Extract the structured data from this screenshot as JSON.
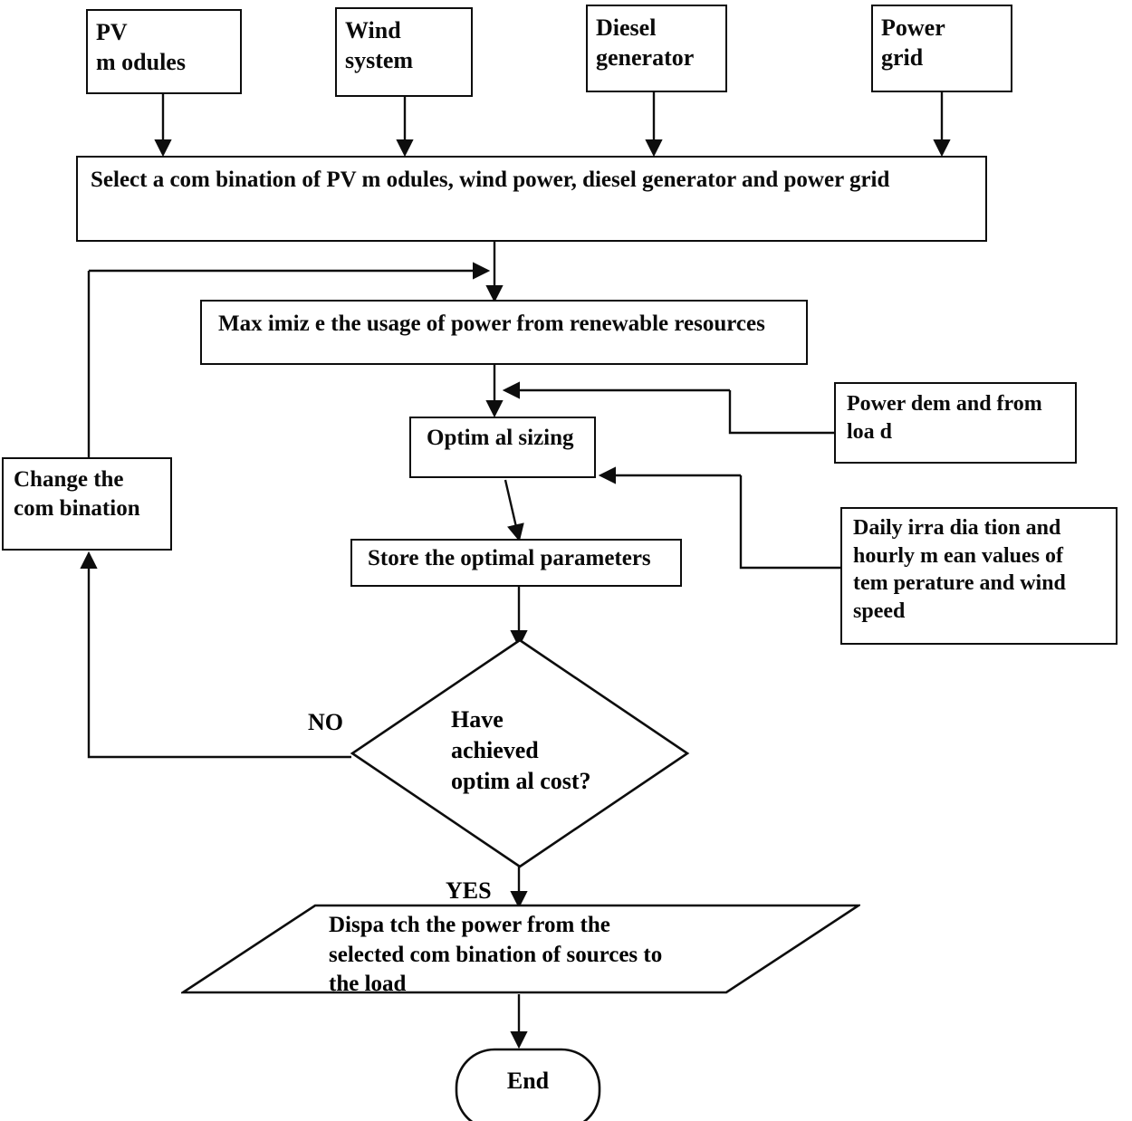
{
  "diagram": {
    "title": "Hybrid power system optimal sizing and dispatch flowchart",
    "colors": {
      "stroke": "#0d0d0d",
      "text": "#0b0b0b",
      "background": "#ffffff"
    },
    "nodes": {
      "pv_modules": {
        "label": "PV\nm odules",
        "shape": "rectangle"
      },
      "wind_system": {
        "label": "Wind\nsystem",
        "shape": "rectangle"
      },
      "diesel_generator": {
        "label": "Diesel\ngenerator",
        "shape": "rectangle"
      },
      "power_grid": {
        "label": "Power\ngrid",
        "shape": "rectangle"
      },
      "select_combination": {
        "label": "Select a com bination of PV m odules, wind power, diesel generator and power grid",
        "shape": "rectangle"
      },
      "maximize_usage": {
        "label": "Max imiz e the usage of power from renewable resources",
        "shape": "rectangle"
      },
      "optimal_sizing": {
        "label": "Optim al sizing",
        "shape": "rectangle"
      },
      "power_demand": {
        "label": "Power dem and from\nloa d",
        "shape": "rectangle"
      },
      "store_parameters": {
        "label": "Store the optimal parameters",
        "shape": "rectangle"
      },
      "daily_irradiation": {
        "label": "Daily irra dia tion and\nhourly m ean values of\ntem perature and wind\nspeed",
        "shape": "rectangle"
      },
      "change_combination": {
        "label": "Change the\ncom bination",
        "shape": "rectangle"
      },
      "decision_cost": {
        "label": "Have\nachieved\noptim al cost?",
        "shape": "diamond"
      },
      "dispatch_power": {
        "label": "Dispa tch the power from the\nselected com bination of sources to\nthe load",
        "shape": "parallelogram"
      },
      "end": {
        "label": "End",
        "shape": "terminator"
      }
    },
    "edge_labels": {
      "no": "NO",
      "yes": "YES"
    }
  }
}
